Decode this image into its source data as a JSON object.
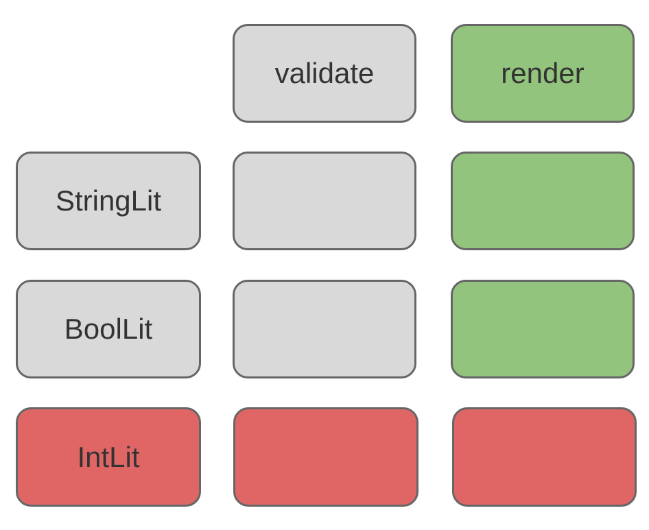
{
  "columns": {
    "validate": "validate",
    "render": "render"
  },
  "rows": {
    "string_lit": "StringLit",
    "bool_lit": "BoolLit",
    "int_lit": "IntLit"
  },
  "colors": {
    "neutral": "#d9d9d9",
    "supported": "#93c47d",
    "unsupported": "#e06666",
    "border": "#666666",
    "text": "#333333"
  }
}
